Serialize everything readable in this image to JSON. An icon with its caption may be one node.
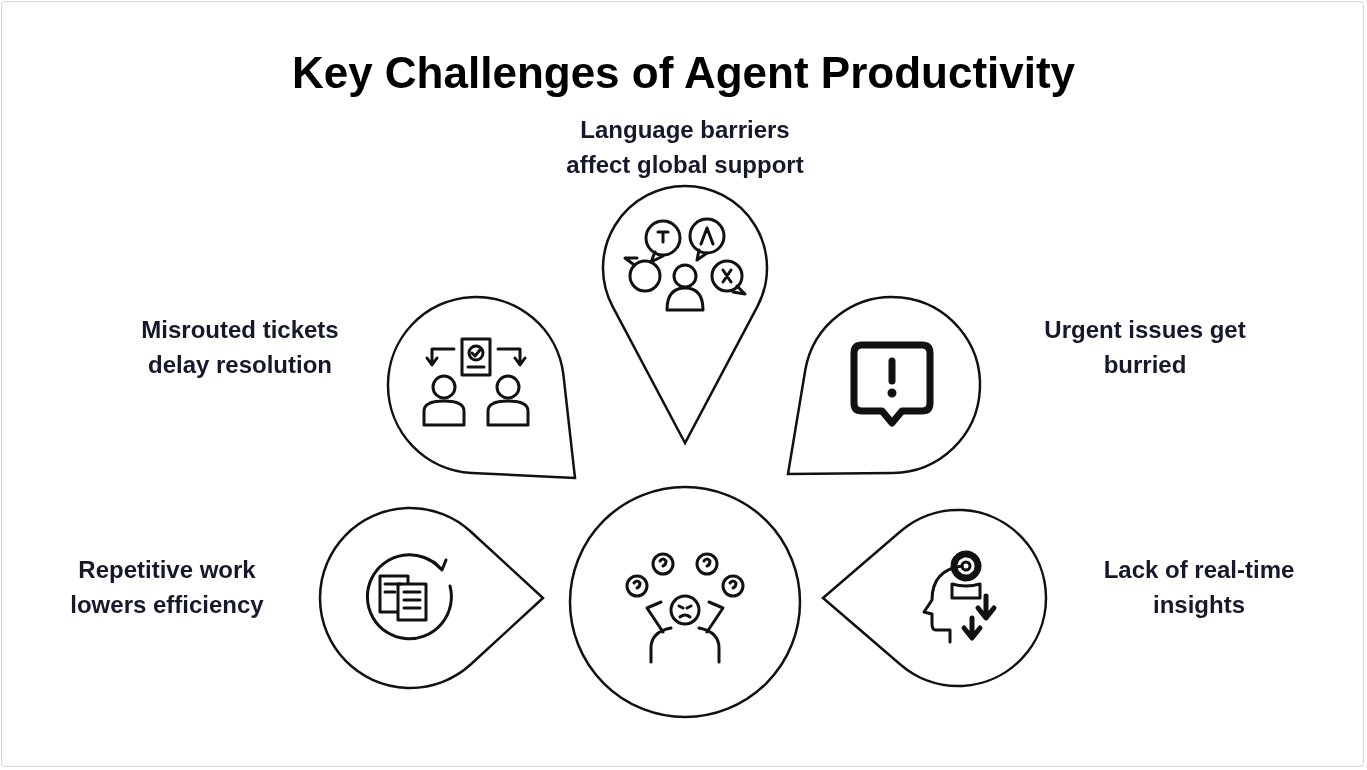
{
  "diagram": {
    "title": "Key Challenges of Agent Productivity",
    "nodes": [
      {
        "text": [],
        "shape": "drop",
        "beside": [
          "Language barriers affect global support"
        ]
      },
      {
        "text": [],
        "shape": "drop",
        "beside": [
          "Misrouted tickets delay resolution"
        ]
      },
      {
        "text": [],
        "shape": "drop",
        "beside": [
          "Urgent issues get burried"
        ]
      },
      {
        "text": [],
        "shape": "drop",
        "beside": [
          "Repetitive work lowers efficiency"
        ]
      },
      {
        "text": [],
        "shape": "circle"
      },
      {
        "text": [],
        "shape": "drop",
        "beside": [
          "Lack of real-time insights"
        ]
      }
    ],
    "edges": []
  }
}
